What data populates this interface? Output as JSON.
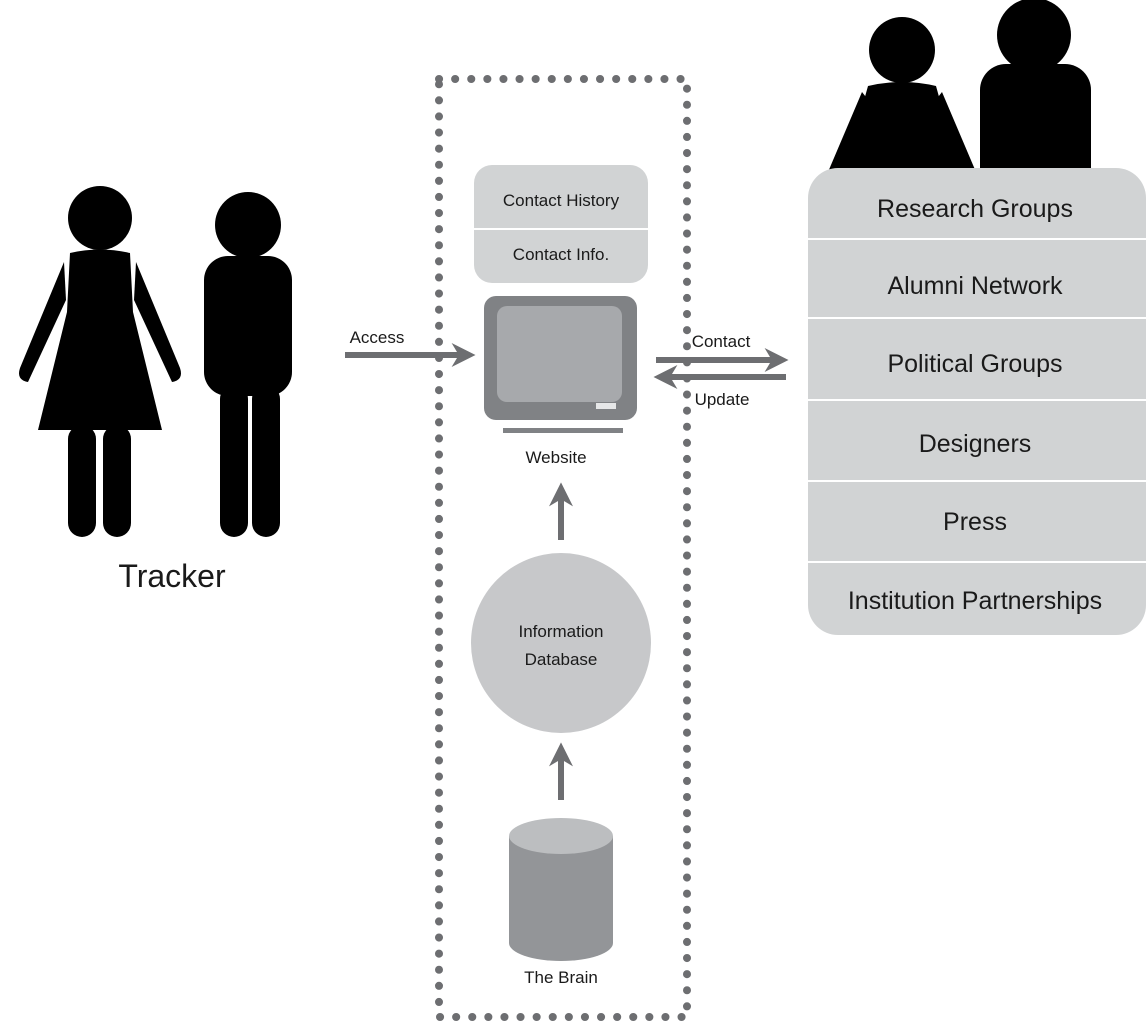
{
  "colors": {
    "figure": "#000000",
    "arrow": "#6d6e71",
    "panel": "#d1d3d4",
    "circle": "#c7c8ca",
    "monitor": "#808285",
    "cylinder": "#939598",
    "cylinder_top": "#bcbec0",
    "dotted_border": "#6d6e71"
  },
  "tracker": {
    "label": "Tracker",
    "icons": [
      "woman-icon",
      "man-icon"
    ]
  },
  "arrows": {
    "access": "Access",
    "contact": "Contact",
    "update": "Update"
  },
  "system": {
    "info_panel": [
      "Contact History",
      "Contact Info."
    ],
    "website_label": "Website",
    "database_label_lines": [
      "Information",
      "Database"
    ],
    "brain_label": "The Brain"
  },
  "contacts": {
    "icons": [
      "woman-icon",
      "man-icon"
    ],
    "groups": [
      "Research Groups",
      "Alumni Network",
      "Political Groups",
      "Designers",
      "Press",
      "Institution Partnerships"
    ]
  }
}
